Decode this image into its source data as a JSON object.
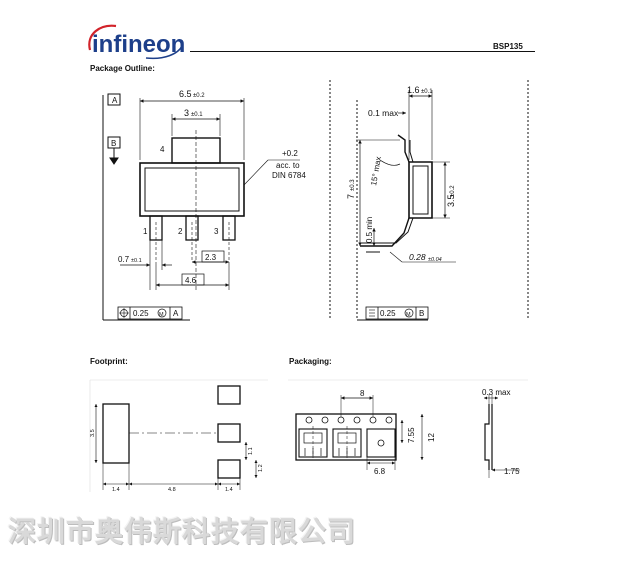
{
  "header": {
    "logo_text": "infineon",
    "part_number": "BSP135"
  },
  "sections": {
    "package_outline": "Package Outline:",
    "footprint": "Footprint:",
    "packaging": "Packaging:"
  },
  "outline_front": {
    "datum_a": "A",
    "datum_b": "B",
    "dim_width": "6.5",
    "dim_width_tol": "±0.2",
    "dim_tab": "3",
    "dim_tab_tol": "±0.1",
    "pin4": "4",
    "pin1": "1",
    "pin2": "2",
    "pin3": "3",
    "note_tol": "+0.2",
    "note_acc": "acc. to",
    "note_din": "DIN 6784",
    "dim_lead": "0.7",
    "dim_lead_tol": "±0.1",
    "dim_pitch": "2.3",
    "dim_span": "4.6",
    "fcf_value": "0.25",
    "fcf_mod": "M",
    "fcf_ref": "A"
  },
  "outline_side": {
    "dim_thick": "1.6",
    "dim_thick_tol": "±0.1",
    "dim_01max": "0.1 max",
    "dim_15max": "15° max",
    "dim_height": "7",
    "dim_height_tol": "±0.3",
    "dim_body": "3.5",
    "dim_body_tol": "±0.2",
    "dim_05min": "0.5 min",
    "dim_lead_thick": "0.28",
    "dim_lead_thick_tol": "±0.04",
    "fcf_value": "0.25",
    "fcf_mod": "M",
    "fcf_ref": "B"
  },
  "footprint": {
    "dim_35": "3.5",
    "dim_11": "1.1",
    "dim_12": "1.2",
    "dim_14a": "1.4",
    "dim_48": "4.8",
    "dim_14b": "1.4"
  },
  "packaging": {
    "dim_8": "8",
    "dim_755": "7.55",
    "dim_12": "12",
    "dim_68": "6.8",
    "dim_03max": "0.3 max",
    "dim_175": "1.75"
  },
  "watermark": "深圳市奥伟斯科技有限公司"
}
